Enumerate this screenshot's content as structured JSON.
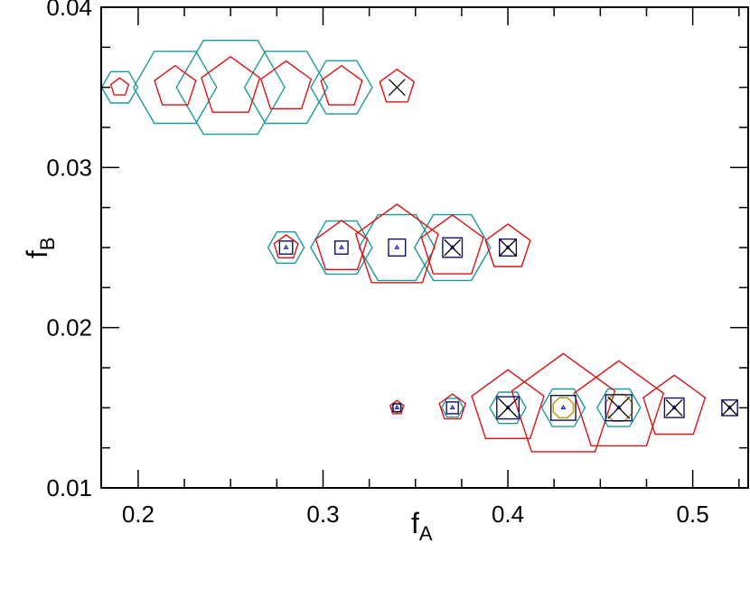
{
  "chart_data": {
    "type": "scatter",
    "title": "",
    "xlabel": {
      "base": "f",
      "sub": "A"
    },
    "ylabel": {
      "base": "f",
      "sub": "B"
    },
    "xlim": [
      0.18,
      0.53
    ],
    "ylim": [
      0.01,
      0.04
    ],
    "xticks": [
      0.2,
      0.3,
      0.4,
      0.5
    ],
    "xtick_labels": [
      "0.2",
      "0.3",
      "0.4",
      "0.5"
    ],
    "xminor_step": 0.025,
    "yticks": [
      0.01,
      0.02,
      0.03,
      0.04
    ],
    "ytick_labels": [
      "0.01",
      "0.02",
      "0.03",
      "0.04"
    ],
    "yminor_step": 0.0025,
    "grid": false,
    "colors": {
      "hexagon": "#1a9a9a",
      "pentagon": "#e01010",
      "octagon": "#b8a020",
      "square": "#101060",
      "triangle": "#2020c0",
      "cross": "#000000"
    },
    "series": [
      {
        "marker": "hexagon",
        "color": "#1a9a9a",
        "points": [
          {
            "x": 0.19,
            "y": 0.035,
            "size": 0.5
          },
          {
            "x": 0.22,
            "y": 0.035,
            "size": 1.15
          },
          {
            "x": 0.25,
            "y": 0.035,
            "size": 1.5
          },
          {
            "x": 0.28,
            "y": 0.035,
            "size": 1.15
          },
          {
            "x": 0.31,
            "y": 0.035,
            "size": 0.85
          },
          {
            "x": 0.28,
            "y": 0.025,
            "size": 0.5
          },
          {
            "x": 0.31,
            "y": 0.025,
            "size": 0.85
          },
          {
            "x": 0.34,
            "y": 0.025,
            "size": 1.05
          },
          {
            "x": 0.37,
            "y": 0.025,
            "size": 1.05
          },
          {
            "x": 0.34,
            "y": 0.015,
            "size": 0.14
          },
          {
            "x": 0.37,
            "y": 0.015,
            "size": 0.3
          },
          {
            "x": 0.4,
            "y": 0.015,
            "size": 0.5
          },
          {
            "x": 0.43,
            "y": 0.015,
            "size": 0.6
          },
          {
            "x": 0.46,
            "y": 0.015,
            "size": 0.6
          }
        ]
      },
      {
        "marker": "pentagon",
        "color": "#e01010",
        "points": [
          {
            "x": 0.19,
            "y": 0.035,
            "size": 0.26
          },
          {
            "x": 0.22,
            "y": 0.035,
            "size": 0.6
          },
          {
            "x": 0.25,
            "y": 0.035,
            "size": 0.85
          },
          {
            "x": 0.28,
            "y": 0.035,
            "size": 0.73
          },
          {
            "x": 0.31,
            "y": 0.035,
            "size": 0.6
          },
          {
            "x": 0.34,
            "y": 0.035,
            "size": 0.5
          },
          {
            "x": 0.28,
            "y": 0.025,
            "size": 0.35
          },
          {
            "x": 0.31,
            "y": 0.025,
            "size": 0.75
          },
          {
            "x": 0.34,
            "y": 0.025,
            "size": 1.2
          },
          {
            "x": 0.37,
            "y": 0.025,
            "size": 0.9
          },
          {
            "x": 0.4,
            "y": 0.025,
            "size": 0.65
          },
          {
            "x": 0.34,
            "y": 0.015,
            "size": 0.2
          },
          {
            "x": 0.37,
            "y": 0.015,
            "size": 0.38
          },
          {
            "x": 0.4,
            "y": 0.015,
            "size": 1.05
          },
          {
            "x": 0.43,
            "y": 0.015,
            "size": 1.5
          },
          {
            "x": 0.46,
            "y": 0.015,
            "size": 1.3
          },
          {
            "x": 0.49,
            "y": 0.015,
            "size": 0.9
          }
        ]
      },
      {
        "marker": "octagon",
        "color": "#b8a020",
        "points": [
          {
            "x": 0.43,
            "y": 0.015,
            "size": 0.3
          },
          {
            "x": 0.46,
            "y": 0.015,
            "size": 0.4
          }
        ]
      },
      {
        "marker": "square",
        "color": "#101060",
        "points": [
          {
            "x": 0.28,
            "y": 0.025,
            "size": 0.5
          },
          {
            "x": 0.31,
            "y": 0.025,
            "size": 0.5
          },
          {
            "x": 0.34,
            "y": 0.025,
            "size": 0.65
          },
          {
            "x": 0.37,
            "y": 0.025,
            "size": 0.75
          },
          {
            "x": 0.4,
            "y": 0.025,
            "size": 0.65
          },
          {
            "x": 0.34,
            "y": 0.015,
            "size": 0.3
          },
          {
            "x": 0.37,
            "y": 0.015,
            "size": 0.45
          },
          {
            "x": 0.4,
            "y": 0.015,
            "size": 0.85
          },
          {
            "x": 0.43,
            "y": 0.015,
            "size": 0.95
          },
          {
            "x": 0.46,
            "y": 0.015,
            "size": 1.0
          },
          {
            "x": 0.49,
            "y": 0.015,
            "size": 0.75
          },
          {
            "x": 0.52,
            "y": 0.015,
            "size": 0.6
          }
        ]
      },
      {
        "marker": "triangle",
        "color": "#2020c0",
        "points": [
          {
            "x": 0.28,
            "y": 0.025,
            "size": 0.25
          },
          {
            "x": 0.31,
            "y": 0.025,
            "size": 0.25
          },
          {
            "x": 0.34,
            "y": 0.025,
            "size": 0.25
          },
          {
            "x": 0.37,
            "y": 0.025,
            "size": 0.25
          },
          {
            "x": 0.4,
            "y": 0.025,
            "size": 0.25
          },
          {
            "x": 0.34,
            "y": 0.015,
            "size": 0.25
          },
          {
            "x": 0.37,
            "y": 0.015,
            "size": 0.25
          },
          {
            "x": 0.4,
            "y": 0.015,
            "size": 0.25
          },
          {
            "x": 0.43,
            "y": 0.015,
            "size": 0.25
          },
          {
            "x": 0.46,
            "y": 0.015,
            "size": 0.25
          },
          {
            "x": 0.49,
            "y": 0.015,
            "size": 0.25
          },
          {
            "x": 0.52,
            "y": 0.015,
            "size": 0.25
          }
        ]
      },
      {
        "marker": "cross",
        "color": "#000000",
        "points": [
          {
            "x": 0.34,
            "y": 0.035,
            "size": 0.75
          },
          {
            "x": 0.37,
            "y": 0.025,
            "size": 0.75
          },
          {
            "x": 0.4,
            "y": 0.025,
            "size": 0.75
          },
          {
            "x": 0.4,
            "y": 0.015,
            "size": 0.9
          },
          {
            "x": 0.46,
            "y": 0.015,
            "size": 1.0
          },
          {
            "x": 0.49,
            "y": 0.015,
            "size": 0.75
          },
          {
            "x": 0.52,
            "y": 0.015,
            "size": 0.65
          }
        ]
      }
    ]
  }
}
